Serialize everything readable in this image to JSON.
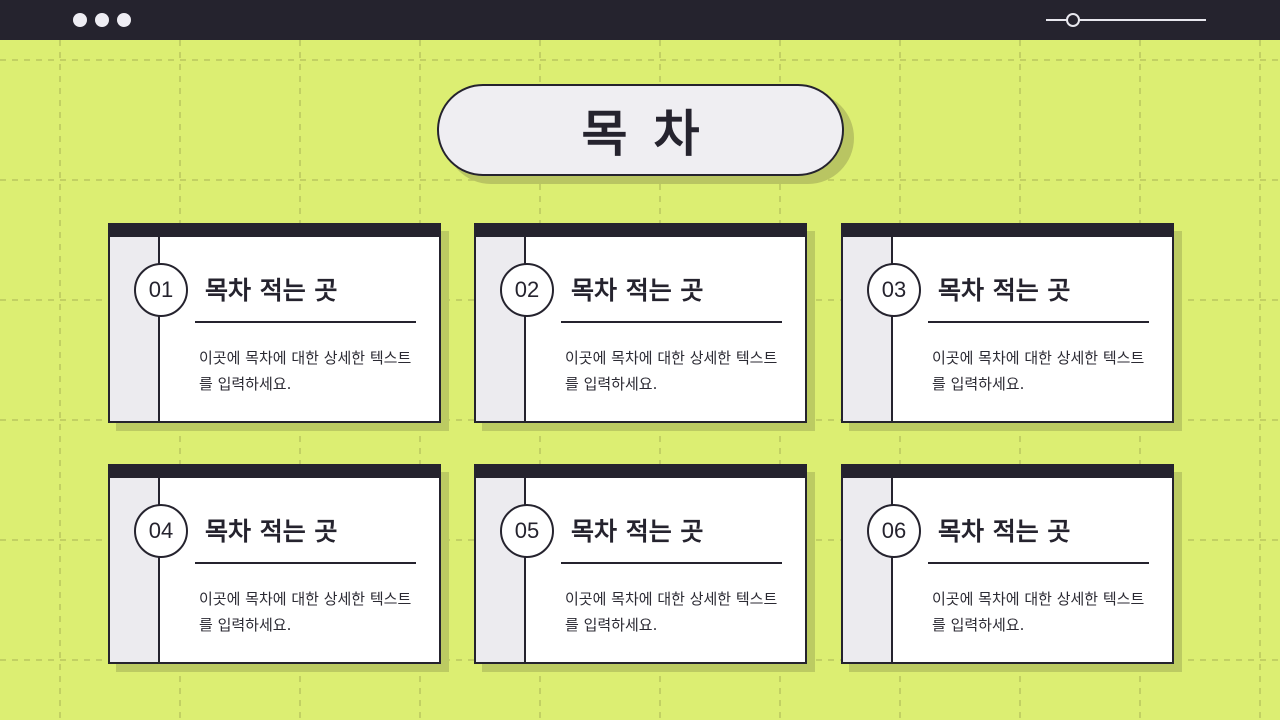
{
  "window": {
    "controls": [
      "dot",
      "dot",
      "dot"
    ],
    "slider": {
      "position_percent": 17
    }
  },
  "colors": {
    "background": "#dcee72",
    "topbar": "#25232e",
    "card_shadow": "#bccb62",
    "card_side": "#ecebef",
    "pill": "#efeef2"
  },
  "header": {
    "title": "목차"
  },
  "cards": [
    {
      "number": "01",
      "title": "목차 적는 곳",
      "description": "이곳에 목차에 대한 상세한 텍스트를 입력하세요."
    },
    {
      "number": "02",
      "title": "목차 적는 곳",
      "description": "이곳에 목차에 대한 상세한 텍스트를 입력하세요."
    },
    {
      "number": "03",
      "title": "목차 적는 곳",
      "description": "이곳에 목차에 대한 상세한 텍스트를 입력하세요."
    },
    {
      "number": "04",
      "title": "목차 적는 곳",
      "description": "이곳에 목차에 대한 상세한 텍스트를 입력하세요."
    },
    {
      "number": "05",
      "title": "목차 적는 곳",
      "description": "이곳에 목차에 대한 상세한 텍스트를 입력하세요."
    },
    {
      "number": "06",
      "title": "목차 적는 곳",
      "description": "이곳에 목차에 대한 상세한 텍스트를 입력하세요."
    }
  ]
}
